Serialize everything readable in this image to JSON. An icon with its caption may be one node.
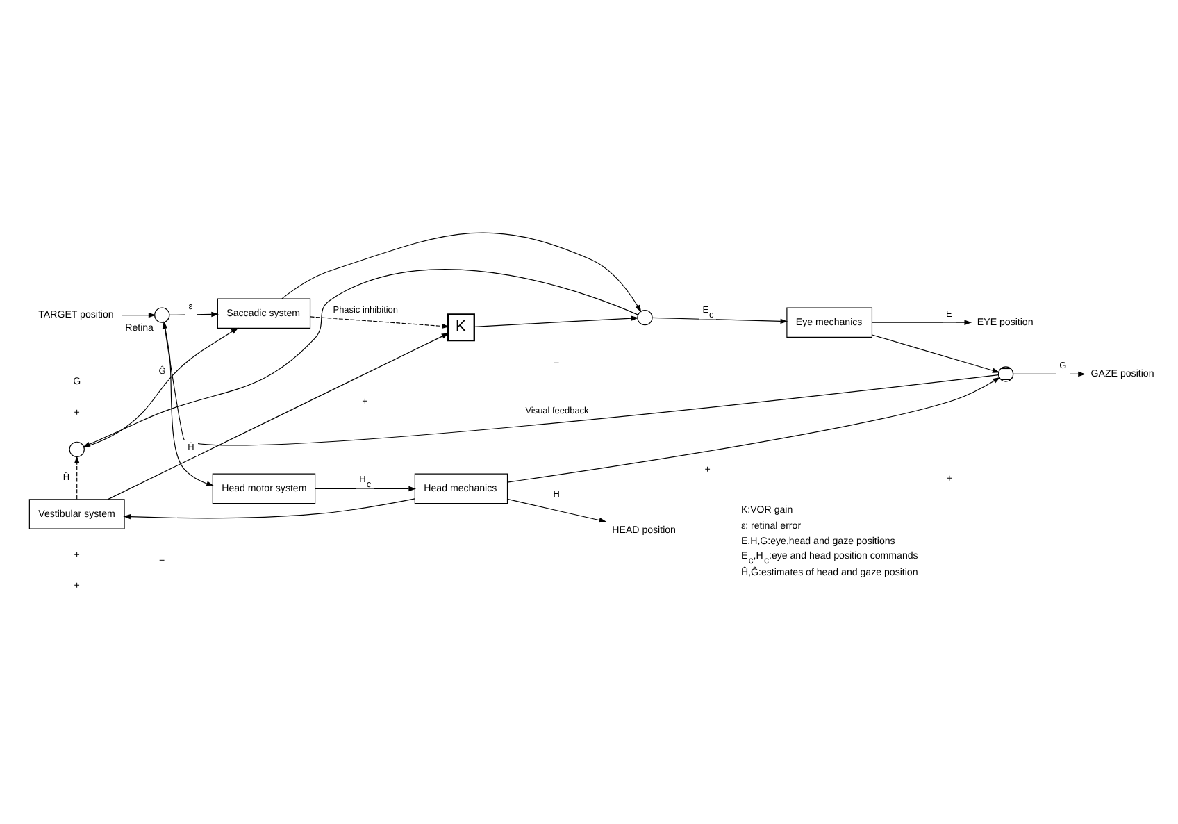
{
  "diagram": {
    "nodes": [
      {
        "text": [
          "TARGET position"
        ]
      },
      {
        "text": [],
        "shape": "circle",
        "beside": [
          "Retina"
        ]
      },
      {
        "text": [
          "Saccadic system"
        ]
      },
      {
        "text": [],
        "shape": "circle"
      },
      {
        "text": [],
        "shape": "circle"
      },
      {
        "text": [
          "K"
        ]
      },
      {
        "text": [
          "Eye mechanics"
        ]
      },
      {
        "text": [
          "EYE position"
        ]
      },
      {
        "text": [],
        "shape": "circle"
      },
      {
        "text": [
          "GAZE position"
        ]
      },
      {
        "text": [
          "Vestibular system"
        ]
      },
      {
        "text": [
          "Head motor system"
        ]
      },
      {
        "text": [
          "Head mechanics"
        ]
      },
      {
        "text": [
          "HEAD position"
        ]
      }
    ],
    "edges": [
      {
        "from": 0,
        "to": 1,
        "arrow": "to"
      },
      {
        "from": 1,
        "to": 2,
        "arrow": "to",
        "label": "ε"
      },
      {
        "from": 1,
        "to": 11,
        "arrow": "to"
      },
      {
        "from": 2,
        "to": 4,
        "arrow": "to"
      },
      {
        "from": 3,
        "to": 2,
        "arrow": "to",
        "label": "Ĝ"
      },
      {
        "from": 4,
        "to": 3,
        "arrow": "to"
      },
      {
        "from": 5,
        "to": 4,
        "arrow": "to"
      },
      {
        "from": 10,
        "to": 5,
        "arrow": "to",
        "label": "Ĥ"
      },
      {
        "from": 10,
        "to": 3,
        "arrow": "to",
        "label": "Ĥ",
        "style": "dashed"
      },
      {
        "from": 2,
        "to": 5,
        "arrow": "to",
        "label": "Phasic inhibition",
        "style": "dashed"
      },
      {
        "from": 4,
        "to": 6,
        "arrow": "to",
        "label": "E$_{c}$"
      },
      {
        "from": 6,
        "to": 7,
        "arrow": "to",
        "label": "E"
      },
      {
        "from": 6,
        "to": 8,
        "arrow": "to"
      },
      {
        "from": 8,
        "to": 9,
        "arrow": "to",
        "label": "G"
      },
      {
        "from": 8,
        "to": 1,
        "arrow": "to",
        "label": "Visual feedback"
      },
      {
        "from": 11,
        "to": 12,
        "arrow": "to",
        "label": "H$_{c}$"
      },
      {
        "from": 12,
        "to": 13,
        "arrow": "to",
        "label": "H"
      },
      {
        "from": 12,
        "to": 10,
        "arrow": "to"
      },
      {
        "from": 12,
        "to": 8,
        "arrow": "to"
      }
    ],
    "labels": [
      "G",
      "+",
      "−",
      "+",
      "+",
      "+",
      "−",
      "+",
      "+",
      "K:VOR gain",
      "ε: retinal error",
      "E,H,G:eye,head and gaze positions",
      "E$_{c}$,H$_{c}$:eye and head position commands",
      "Ĥ,Ĝ:estimates of head and gaze position"
    ]
  }
}
